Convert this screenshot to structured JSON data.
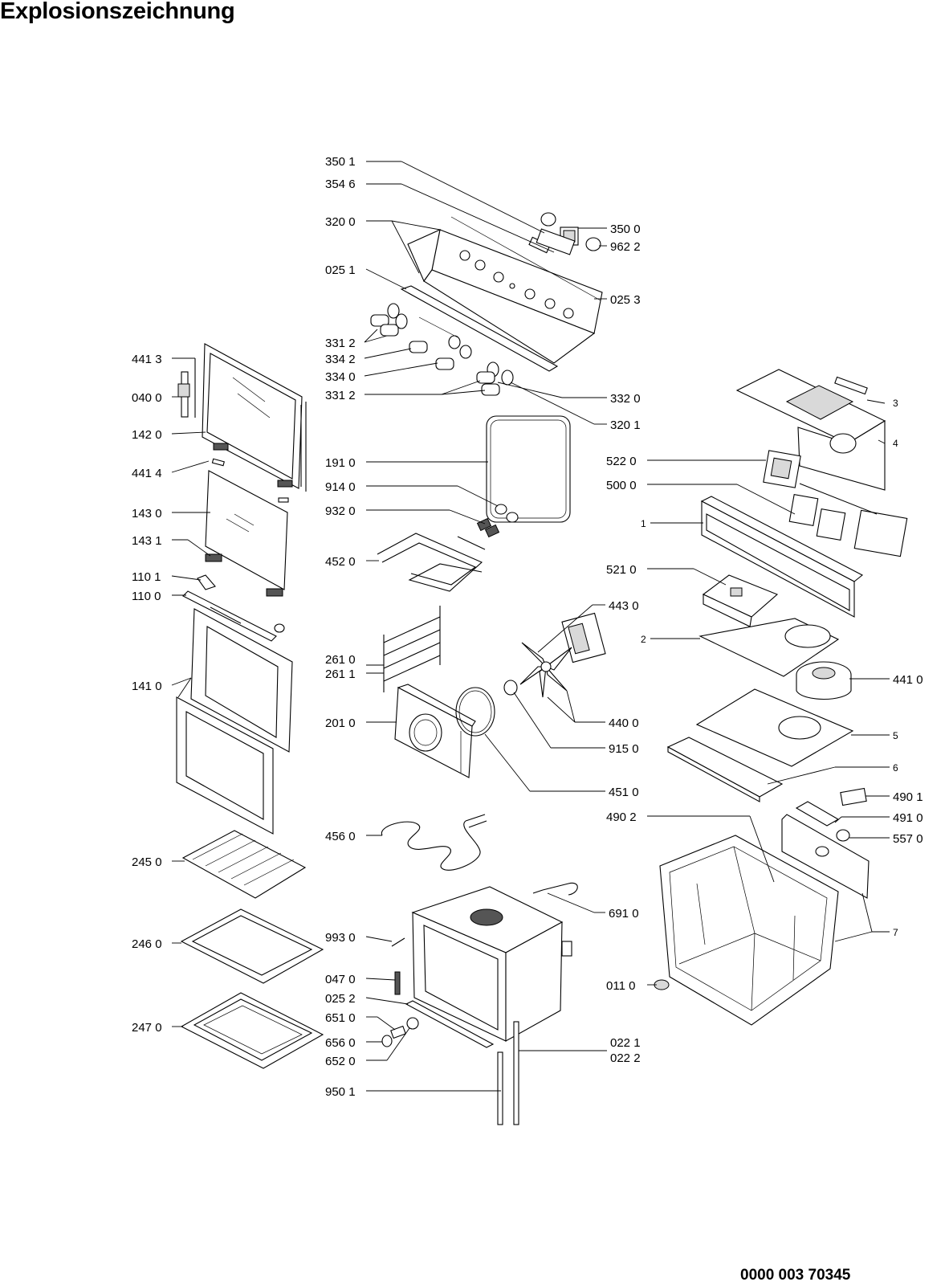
{
  "title": "Explosionszeichnung",
  "doc_number": "0000 003 70345",
  "labels": {
    "l3501": "350 1",
    "l3546": "354 6",
    "l3200": "320 0",
    "l0251": "025 1",
    "l3312a": "331 2",
    "l3342": "334 2",
    "l3340": "334 0",
    "l3312b": "331 2",
    "l3500": "350 0",
    "l9622": "962 2",
    "l0253": "025 3",
    "l3320": "332 0",
    "l3201": "320 1",
    "l4413": "441 3",
    "l0400": "040 0",
    "l1420": "142 0",
    "l4414": "441 4",
    "l1430": "143 0",
    "l1431": "143 1",
    "l1101": "110 1",
    "l1100": "110 0",
    "l1410": "141 0",
    "l1910": "191 0",
    "l9140": "914 0",
    "l9320": "932 0",
    "l4520": "452 0",
    "l2610": "261 0",
    "l2611": "261 1",
    "l2010": "201 0",
    "l4430": "443 0",
    "l4400": "440 0",
    "l9150": "915 0",
    "l4510": "451 0",
    "l5220": "522 0",
    "l5000": "500 0",
    "l5210": "521 0",
    "l4410": "441 0",
    "n3": "3",
    "n4": "4",
    "n1": "1",
    "n2": "2",
    "n5": "5",
    "n6": "6",
    "n7": "7",
    "l4560": "456 0",
    "l2450": "245 0",
    "l2460": "246 0",
    "l2470": "247 0",
    "l9930": "993 0",
    "l0470": "047 0",
    "l0252": "025 2",
    "l6510": "651 0",
    "l6560": "656 0",
    "l6520": "652 0",
    "l9501": "950 1",
    "l0221": "022 1",
    "l0222": "022 2",
    "l6910": "691 0",
    "l0110": "011 0",
    "l4902": "490 2",
    "l4901": "490 1",
    "l4910": "491 0",
    "l5570": "557 0"
  }
}
